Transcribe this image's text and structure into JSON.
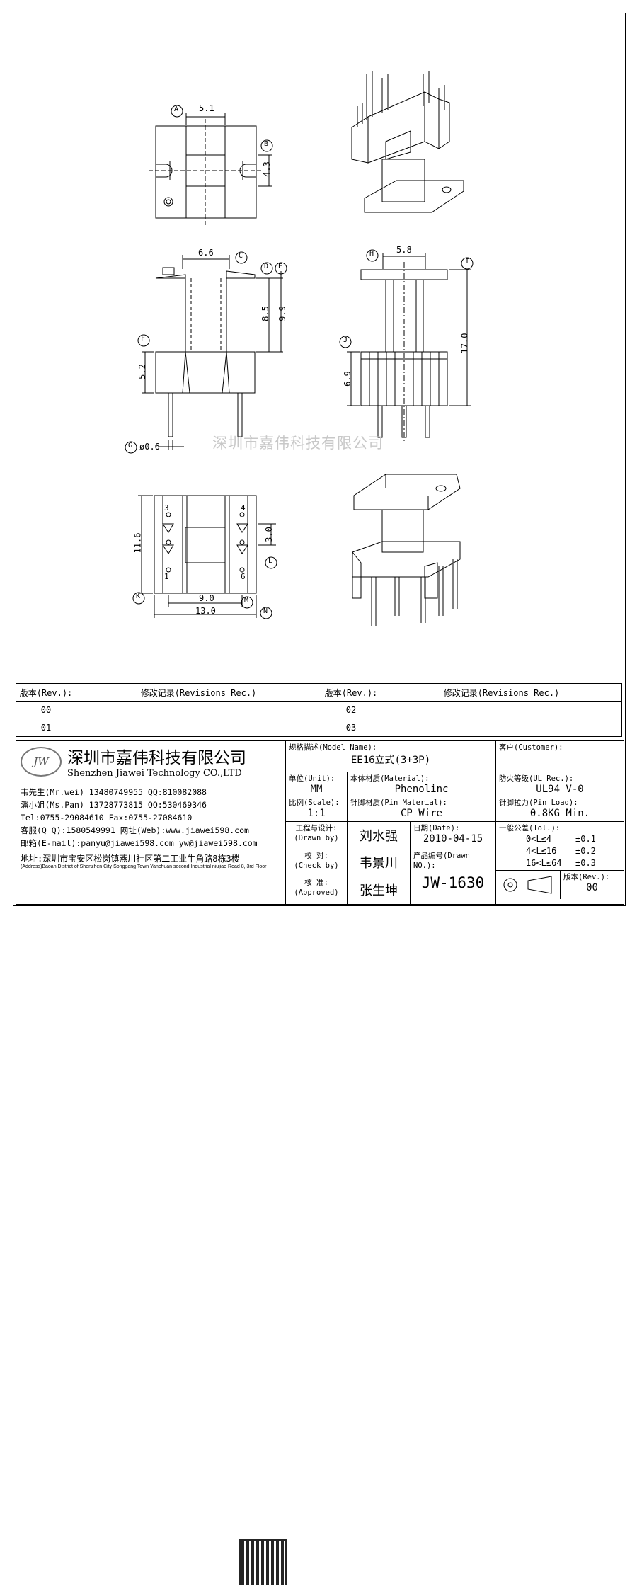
{
  "watermark": "深圳市嘉伟科技有限公司",
  "dims": {
    "d_5_1": "5.1",
    "d_4_3": "4.3",
    "d_6_6": "6.6",
    "d_8_5": "8.5",
    "d_9_9": "9.9",
    "d_5_2": "5.2",
    "d_phi": "ø0.6",
    "d_5_8": "5.8",
    "d_17_0": "17.0",
    "d_6_9": "6.9",
    "d_11_6": "11.6",
    "d_3_0": "3.0",
    "d_9_0": "9.0",
    "d_13_0": "13.0"
  },
  "letters": [
    "A",
    "B",
    "C",
    "D",
    "E",
    "F",
    "G",
    "H",
    "I",
    "J",
    "K",
    "L",
    "M",
    "N"
  ],
  "pins": [
    "3",
    "4",
    "1",
    "6"
  ],
  "revisions": {
    "headers": [
      "版本(Rev.):",
      "修改记录(Revisions Rec.)",
      "版本(Rev.):",
      "修改记录(Revisions Rec.)"
    ],
    "rows": [
      [
        "00",
        "",
        "02",
        ""
      ],
      [
        "01",
        "",
        "03",
        ""
      ]
    ]
  },
  "company": {
    "logo": "JW",
    "name_cn": "深圳市嘉伟科技有限公司",
    "name_en": "Shenzhen Jiawei Technology CO.,LTD",
    "contacts": [
      "韦先生(Mr.wei) 13480749955 QQ:810082088",
      "潘小姐(Ms.Pan) 13728773815 QQ:530469346",
      "Tel:0755-29084610      Fax:0755-27084610",
      "客服(Q Q):1580549991   网址(Web):www.jiawei598.com",
      "邮箱(E-mail):panyu@jiawei598.com  yw@jiawei598.com"
    ],
    "address": "地址:深圳市宝安区松岗镇燕川社区第二工业牛角路8栋3楼",
    "address_en": "(Address)Baoan District of Shenzhen City Songgang Town Yanchuan  second Industrial niujiao Road 8, 3rd Floor"
  },
  "title_block": {
    "model_label": "规格描述(Model Name):",
    "model_value": "EE16立式(3+3P)",
    "customer_label": "客户(Customer):",
    "customer_value": "",
    "unit_label": "单位(Unit):",
    "unit_value": "MM",
    "material_label": "本体材质(Material):",
    "material_value": "Phenolinc",
    "ul_label": "防火等级(UL Rec.):",
    "ul_value": "UL94 V-0",
    "scale_label": "比例(Scale):",
    "scale_value": "1:1",
    "pin_material_label": "针脚材质(Pin Material):",
    "pin_material_value": "CP Wire",
    "pin_load_label": "针脚拉力(Pin Load):",
    "pin_load_value": "0.8KG Min.",
    "drawn_label": "工程与设计:",
    "drawn_label_en": "(Drawn by)",
    "drawn_value": "刘水强",
    "date_label": "日期(Date):",
    "date_value": "2010-04-15",
    "check_label": "校  对:",
    "check_label_en": "(Check by)",
    "check_value": "韦景川",
    "drawn_no_label": "产品编号(Drawn NO.):",
    "drawn_no_value": "JW-1630",
    "approved_label": "核  准:",
    "approved_label_en": "(Approved)",
    "approved_value": "张生坤",
    "tol_label": "一般公差(Tol.):",
    "tol_rows": [
      [
        "0<L≤4",
        "±0.1"
      ],
      [
        "4<L≤16",
        "±0.2"
      ],
      [
        "16<L≤64",
        "±0.3"
      ]
    ],
    "rev_label": "版本(Rev.):",
    "rev_value": "00"
  }
}
